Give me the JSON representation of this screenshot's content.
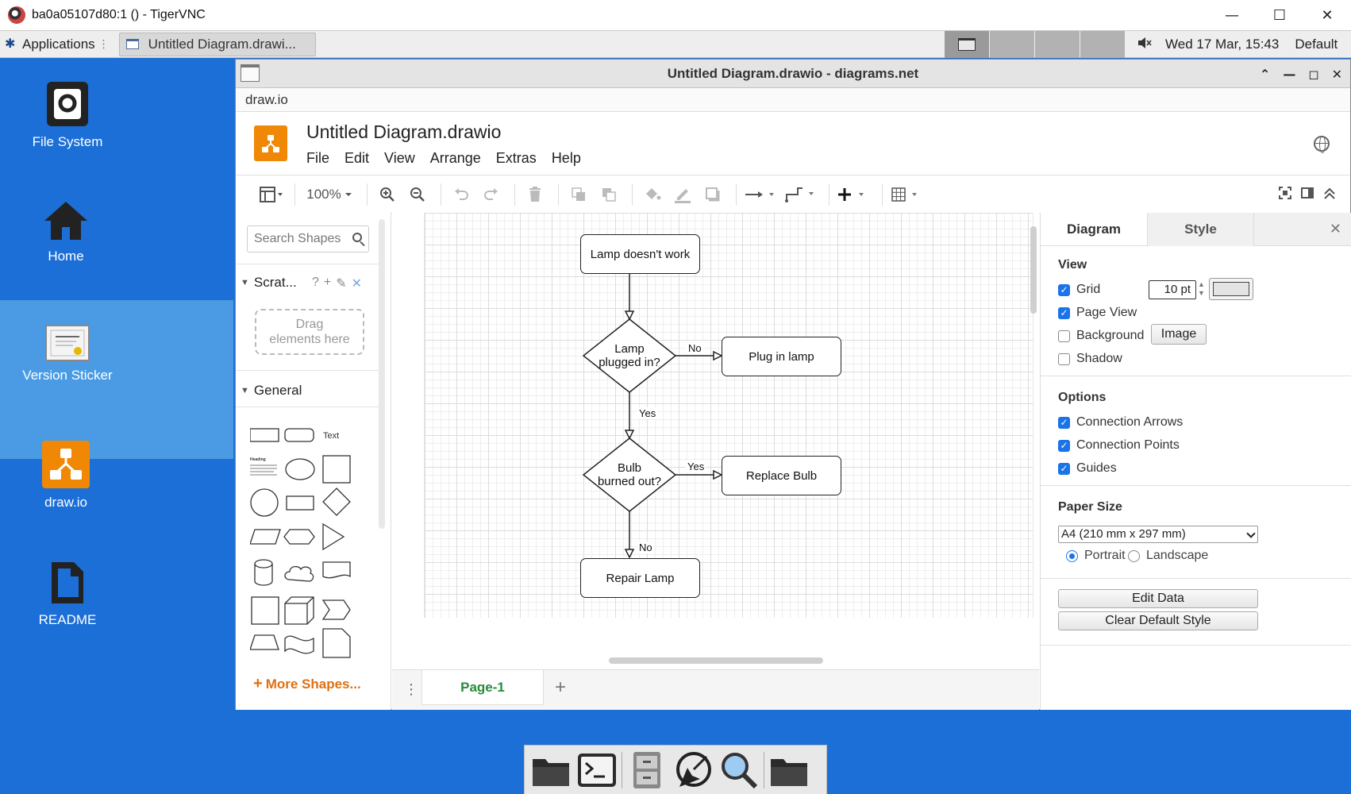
{
  "vnc": {
    "title": "ba0a05107d80:1 () - TigerVNC",
    "minimize": "—",
    "maximize": "☐",
    "close": "✕"
  },
  "taskbar": {
    "applications_label": "Applications",
    "task_label": "Untitled Diagram.drawi...",
    "clock": "Wed 17 Mar, 15:43",
    "layout": "Default"
  },
  "desktop": {
    "icons": [
      {
        "label": "File System"
      },
      {
        "label": "Home"
      },
      {
        "label": "Version Sticker"
      },
      {
        "label": "draw.io"
      },
      {
        "label": "README"
      }
    ]
  },
  "window": {
    "title": "Untitled Diagram.drawio - diagrams.net",
    "app_menu": "draw.io",
    "doc_title": "Untitled Diagram.drawio",
    "menus": [
      "File",
      "Edit",
      "View",
      "Arrange",
      "Extras",
      "Help"
    ],
    "zoom": "100%"
  },
  "left_panel": {
    "search_placeholder": "Search Shapes",
    "scratchpad_title": "Scrat...",
    "drop_text_1": "Drag",
    "drop_text_2": "elements here",
    "general_title": "General",
    "text_shape_label": "Text",
    "heading_shape_label": "Heading",
    "more_shapes": "More Shapes..."
  },
  "diagram": {
    "nodes": {
      "start": "Lamp doesn't work",
      "q1_line1": "Lamp",
      "q1_line2": "plugged in?",
      "plug": "Plug in lamp",
      "q2_line1": "Bulb",
      "q2_line2": "burned out?",
      "replace": "Replace Bulb",
      "repair": "Repair Lamp"
    },
    "edges": {
      "no1": "No",
      "yes1": "Yes",
      "yes2": "Yes",
      "no2": "No"
    }
  },
  "pages": {
    "active": "Page-1"
  },
  "right_panel": {
    "tab_diagram": "Diagram",
    "tab_style": "Style",
    "view_title": "View",
    "grid": {
      "label": "Grid",
      "checked": true,
      "size": "10 pt"
    },
    "page_view": {
      "label": "Page View",
      "checked": true
    },
    "background": {
      "label": "Background",
      "checked": false,
      "button": "Image"
    },
    "shadow": {
      "label": "Shadow",
      "checked": false
    },
    "options_title": "Options",
    "connection_arrows": {
      "label": "Connection Arrows",
      "checked": true
    },
    "connection_points": {
      "label": "Connection Points",
      "checked": true
    },
    "guides": {
      "label": "Guides",
      "checked": true
    },
    "paper_size_title": "Paper Size",
    "paper_size": "A4 (210 mm x 297 mm)",
    "portrait": "Portrait",
    "landscape": "Landscape",
    "orientation": "portrait",
    "edit_data": "Edit Data",
    "clear_default_style": "Clear Default Style"
  },
  "colors": {
    "accent": "#1a73e8",
    "drawio_orange": "#f08705",
    "desktop_blue": "#1c6fd6",
    "page_tab_green": "#2a8a3a"
  }
}
